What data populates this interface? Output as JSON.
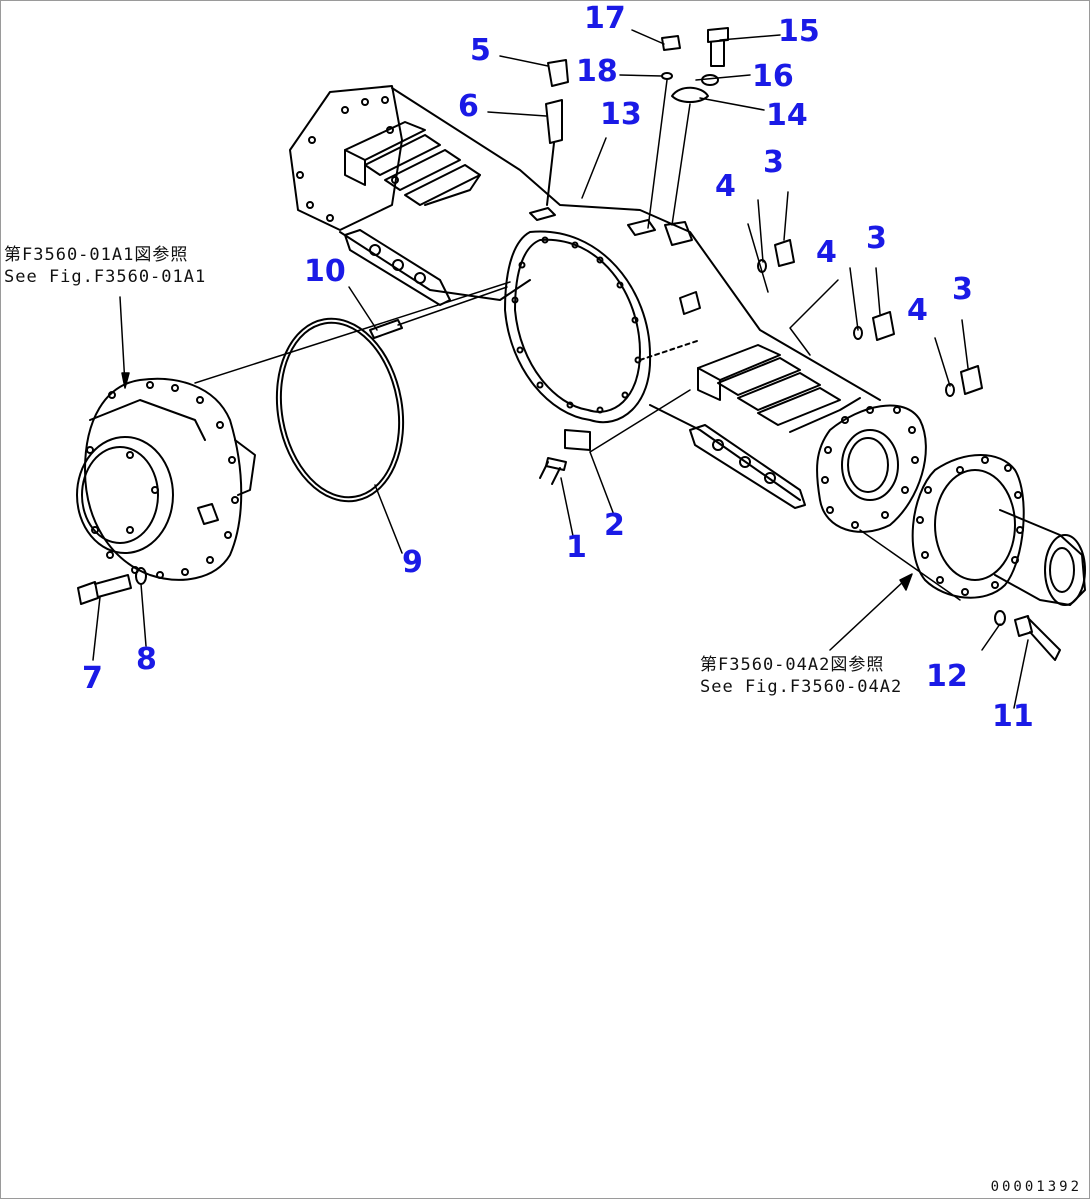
{
  "callouts": {
    "c1": "1",
    "c2": "2",
    "c3a": "3",
    "c3b": "3",
    "c3c": "3",
    "c4a": "4",
    "c4b": "4",
    "c4c": "4",
    "c5": "5",
    "c6": "6",
    "c7": "7",
    "c8": "8",
    "c9": "9",
    "c10": "10",
    "c11": "11",
    "c12": "12",
    "c13": "13",
    "c14": "14",
    "c15": "15",
    "c16": "16",
    "c17": "17",
    "c18": "18"
  },
  "references": {
    "left_jp": "第F3560-01A1図参照",
    "left_en": "See Fig.F3560-01A1",
    "right_jp": "第F3560-04A2図参照",
    "right_en": "See Fig.F3560-04A2"
  },
  "document_number": "00001392",
  "colors": {
    "callout": "#1a1ae6",
    "linework": "#000000",
    "frame": "#9a9a9a"
  }
}
